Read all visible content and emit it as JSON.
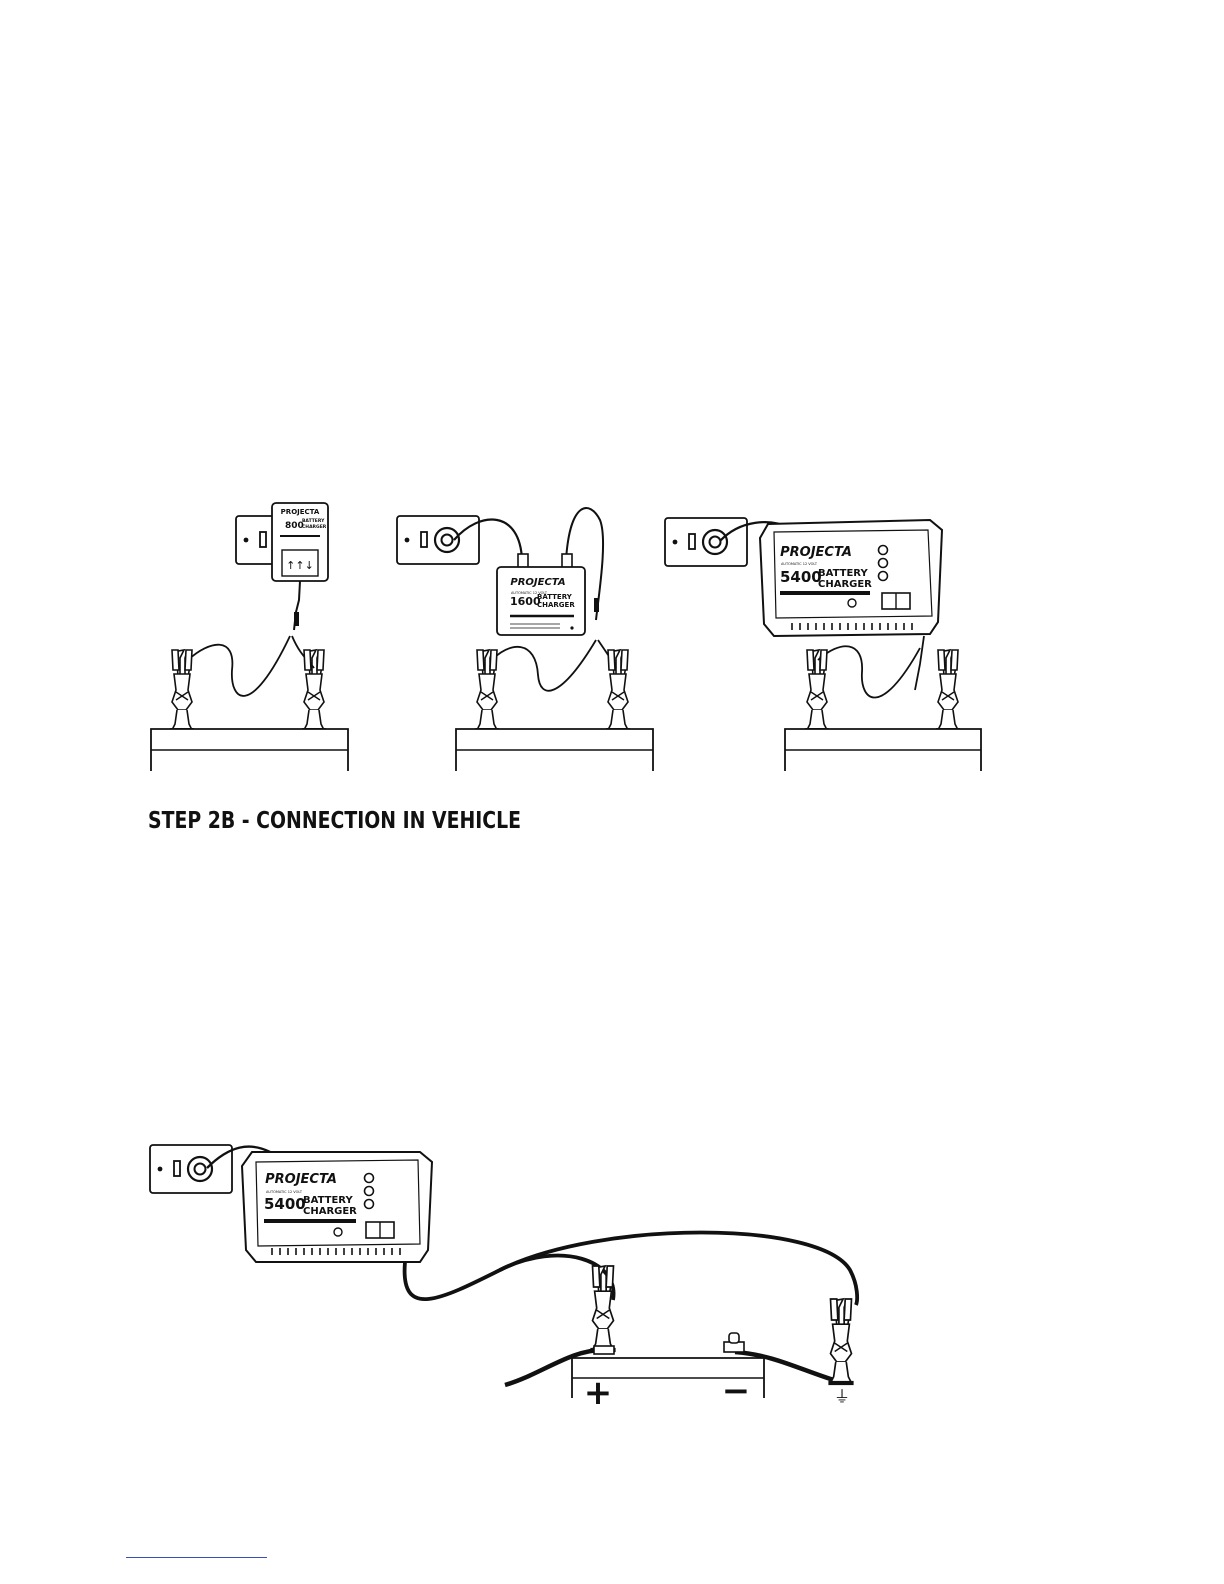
{
  "section_heading": "STEP 2B - CONNECTION IN VEHICLE",
  "brand": "PROJECTA",
  "chargers": {
    "small": {
      "model": "800",
      "line1": "BATTERY",
      "line2": "CHARGER"
    },
    "medium": {
      "model": "1600",
      "line1": "BATTERY",
      "line2": "CHARGER",
      "subtitle": "AUTOMATIC 12 VOLT"
    },
    "large": {
      "model": "5400",
      "line1": "BATTERY",
      "line2": "CHARGER",
      "subtitle": "AUTOMATIC 12 VOLT"
    }
  },
  "terminal_labels": {
    "positive": "+",
    "negative": "−",
    "ground": "⏚"
  }
}
